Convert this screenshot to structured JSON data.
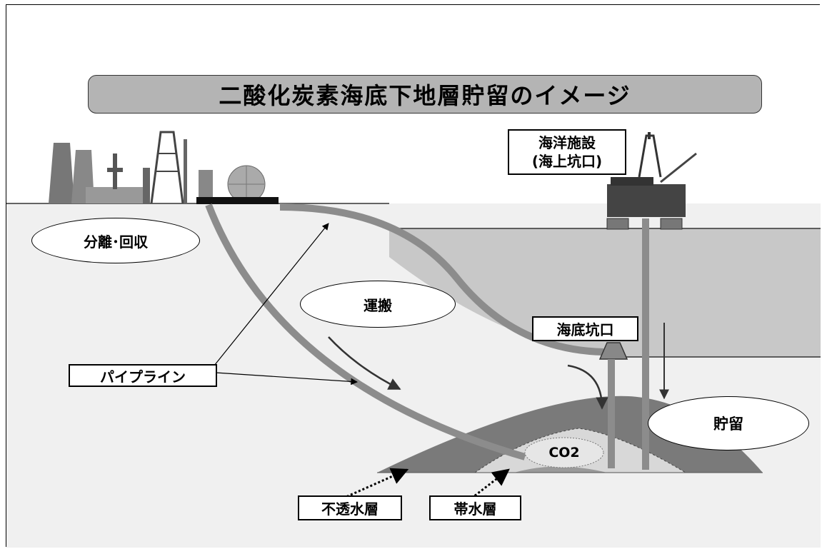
{
  "title": "二酸化炭素海底下地層貯留のイメージ",
  "labels": {
    "separation": "分離･回収",
    "transport": "運搬",
    "storage": "貯留",
    "pipeline": "パイプライン",
    "offshore_line1": "海洋施設",
    "offshore_line2": "(海上坑口)",
    "seabed_wellhead": "海底坑口",
    "co2": "CO2",
    "caprock": "不透水層",
    "aquifer": "帯水層"
  }
}
